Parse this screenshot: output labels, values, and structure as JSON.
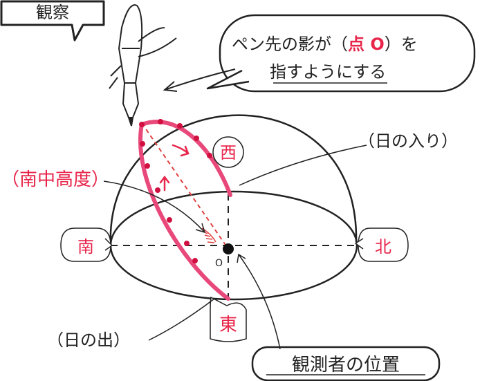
{
  "title_box": {
    "text": "観察"
  },
  "callout_top": {
    "line1_prefix": "ペン先の影が（",
    "line1_point": "点 O",
    "line1_suffix": "）を",
    "line2": "指すようにする"
  },
  "labels": {
    "sunset": "（日の入り）",
    "sunrise": "（日の出）",
    "altitude": "（南中高度）",
    "observer": "観測者の位置",
    "point_o": "O"
  },
  "directions": {
    "west": "西",
    "south": "南",
    "north": "北",
    "east": "東"
  },
  "colors": {
    "ink": "#222222",
    "red": "#e8254a",
    "path": "#e8487a",
    "dashed_red": "#e04040"
  }
}
